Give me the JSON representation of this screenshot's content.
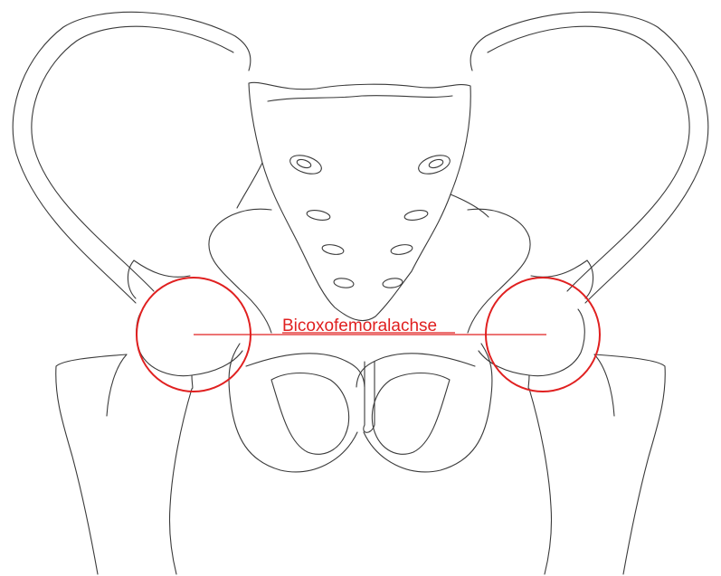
{
  "diagram": {
    "annotation_label": "Bicoxofemoralachse",
    "annotation_color": "#e02020",
    "line_color": "#3a3a3a",
    "background": "#ffffff",
    "structures": [
      "pelvis",
      "sacrum",
      "left-femur",
      "right-femur",
      "left-hip-joint",
      "right-hip-joint"
    ]
  }
}
